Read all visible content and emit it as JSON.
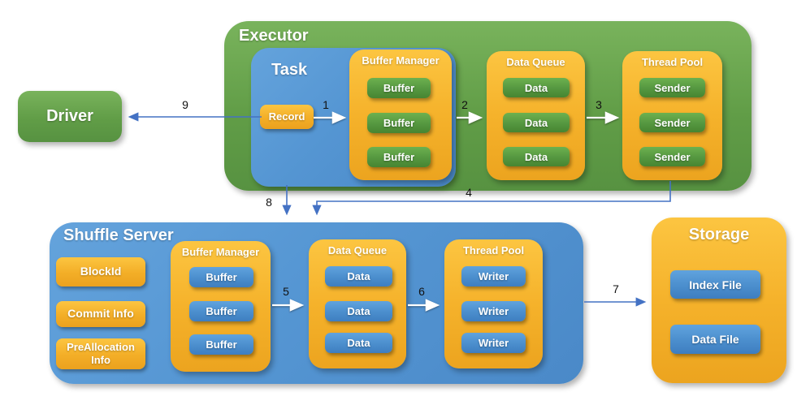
{
  "driver": {
    "title": "Driver"
  },
  "executor": {
    "title": "Executor",
    "task": {
      "title": "Task",
      "record": "Record"
    },
    "buffer_manager": {
      "title": "Buffer Manager",
      "items": [
        "Buffer",
        "Buffer",
        "Buffer"
      ]
    },
    "data_queue": {
      "title": "Data Queue",
      "items": [
        "Data",
        "Data",
        "Data"
      ]
    },
    "thread_pool": {
      "title": "Thread Pool",
      "items": [
        "Sender",
        "Sender",
        "Sender"
      ]
    }
  },
  "shuffle_server": {
    "title": "Shuffle Server",
    "metadata": [
      "BlockId",
      "Commit Info",
      "PreAllocation Info"
    ],
    "buffer_manager": {
      "title": "Buffer Manager",
      "items": [
        "Buffer",
        "Buffer",
        "Buffer"
      ]
    },
    "data_queue": {
      "title": "Data Queue",
      "items": [
        "Data",
        "Data",
        "Data"
      ]
    },
    "thread_pool": {
      "title": "Thread Pool",
      "items": [
        "Writer",
        "Writer",
        "Writer"
      ]
    }
  },
  "storage": {
    "title": "Storage",
    "items": [
      "Index File",
      "Data File"
    ]
  },
  "flow_steps": {
    "labels": [
      "1",
      "2",
      "3",
      "4",
      "5",
      "6",
      "7",
      "8",
      "9"
    ]
  },
  "colors": {
    "green": "#619d47",
    "blue": "#5596d3",
    "orange": "#f5b22b",
    "arrow_blue": "#4472c4",
    "arrow_white": "#ffffff",
    "label_text": "#111111"
  }
}
